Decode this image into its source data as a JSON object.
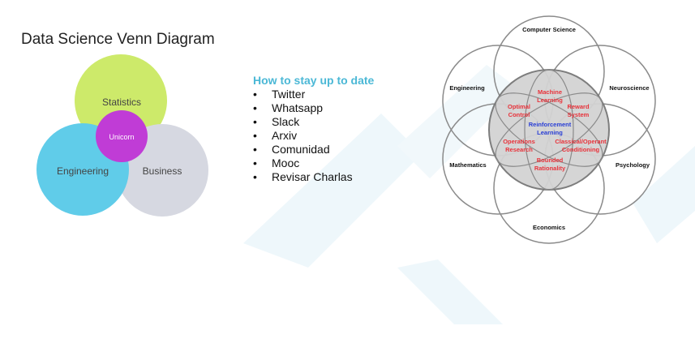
{
  "venn": {
    "title": "Data Science Venn Diagram",
    "statistics": "Statistics",
    "engineering": "Engineering",
    "business": "Business",
    "unicorn": "Unicorn",
    "colors": {
      "statistics": "#cdea6a",
      "engineering": "#60cce9",
      "business": "#d6d8e1",
      "unicorn": "#c03cd6"
    }
  },
  "list": {
    "title": "How to stay up to date",
    "items": [
      "Twitter",
      "Whatsapp",
      "Slack",
      "Arxiv",
      "Comunidad",
      "Mooc",
      "Revisar Charlas"
    ]
  },
  "rl": {
    "outer": [
      "Computer Science",
      "Neuroscience",
      "Psychology",
      "Economics",
      "Mathematics",
      "Engineering"
    ],
    "inner": [
      [
        "Machine",
        "Learning"
      ],
      [
        "Reward",
        "System"
      ],
      [
        "Classical/Operant",
        "Conditioning"
      ],
      [
        "Bounded",
        "Rationality"
      ],
      [
        "Operations",
        "Research"
      ],
      [
        "Optimal",
        "Control"
      ]
    ],
    "center": [
      "Reinforcement",
      "Learning"
    ]
  }
}
